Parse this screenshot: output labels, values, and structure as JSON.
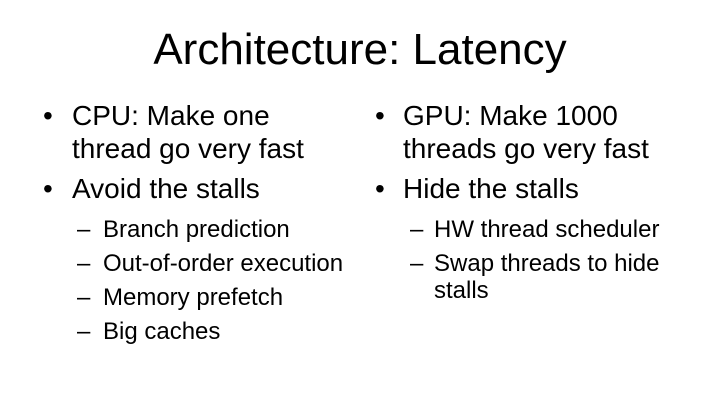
{
  "slide": {
    "title": "Architecture: Latency",
    "colors": {
      "background": "#ffffff",
      "text": "#000000"
    },
    "columns": [
      {
        "name": "cpu",
        "bullets": [
          {
            "marker": "•",
            "text": "CPU: Make one thread go very fast"
          },
          {
            "marker": "•",
            "text": "Avoid the stalls"
          }
        ],
        "subs": [
          {
            "marker": "–",
            "text": "Branch prediction"
          },
          {
            "marker": "–",
            "text": "Out-of-order execution"
          },
          {
            "marker": "–",
            "text": "Memory prefetch"
          },
          {
            "marker": "–",
            "text": "Big caches"
          }
        ]
      },
      {
        "name": "gpu",
        "bullets": [
          {
            "marker": "•",
            "text": "GPU: Make 1000 threads go very fast"
          },
          {
            "marker": "•",
            "text": "Hide the stalls"
          }
        ],
        "subs": [
          {
            "marker": "–",
            "text": "HW thread scheduler"
          },
          {
            "marker": "–",
            "text": "Swap threads to hide stalls"
          }
        ]
      }
    ]
  }
}
